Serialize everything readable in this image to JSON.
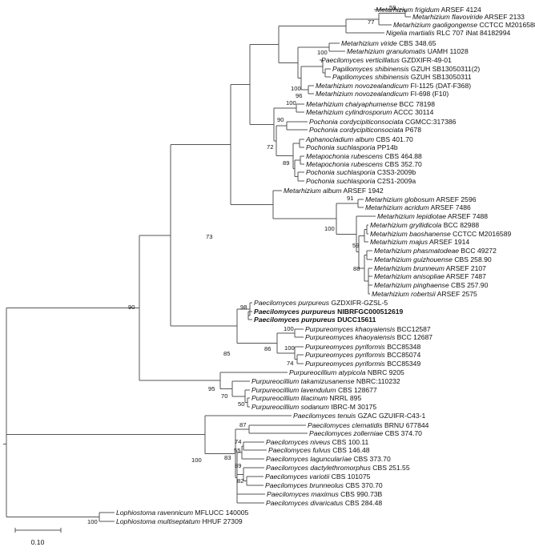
{
  "scale_bar": {
    "label": "0.10"
  },
  "taxa": [
    {
      "species": "Metarhizium frigidum",
      "strain": "ARSEF 4124"
    },
    {
      "species": "Metarhizium flavoviride",
      "strain": "ARSEF 2133"
    },
    {
      "species": "Metarhizium gaoligongense",
      "strain": "CCTCC M2016588"
    },
    {
      "species": "Nigelia martialis",
      "strain": "RLC 707 iNat 84182994"
    },
    {
      "species": "Metarhizium viride",
      "strain": "CBS 348.65"
    },
    {
      "species": "Metarhizium granulomatis",
      "strain": "UAMH 11028"
    },
    {
      "species": "Paecilomyces verticillatus",
      "strain": "GZDXIFR-49-01"
    },
    {
      "species": "Papiliomyces shibinensis",
      "strain": "GZUH SB13050311(2)"
    },
    {
      "species": "Papiliomyces shibinensis",
      "strain": "GZUH SB13050311"
    },
    {
      "species": "Metarhizium novozealandicum",
      "strain": "FI-1125 (DAT-F368)"
    },
    {
      "species": "Metarhizium novozealandicum",
      "strain": "FI-698 (F10)"
    },
    {
      "species": "Metarhizium chaiyaphumense",
      "strain": "BCC 78198"
    },
    {
      "species": "Metarhizium cylindrosporum",
      "strain": "ACCC 30114"
    },
    {
      "species": "Pochonia cordycipiticonsociata",
      "strain": "CGMCC:317386"
    },
    {
      "species": "Pochonia cordycipiticonsociata",
      "strain": "P678"
    },
    {
      "species": "Aphanocladium album",
      "strain": "CBS 401.70"
    },
    {
      "species": "Pochonia suchlasporia",
      "strain": "PP14b"
    },
    {
      "species": "Metapochonia rubescens",
      "strain": "CBS 464.88"
    },
    {
      "species": "Metapochonia rubescens",
      "strain": "CBS 352.70"
    },
    {
      "species": "Pochonia suchlasporia",
      "strain": "C3S3-2009b"
    },
    {
      "species": "Pochonia suchlasporia",
      "strain": "C2S1-2009a"
    },
    {
      "species": "Metarhizium album",
      "strain": "ARSEF 1942"
    },
    {
      "species": "Metarhizium globosum",
      "strain": "ARSEF 2596"
    },
    {
      "species": "Metarhizium acridum",
      "strain": "ARSEF 7486"
    },
    {
      "species": "Metarhizium lepidiotae",
      "strain": "ARSEF 7488"
    },
    {
      "species": "Metarhizium gryllidicola",
      "strain": "BCC 82988"
    },
    {
      "species": "Metarhizium baoshanense",
      "strain": "CCTCC M2016589"
    },
    {
      "species": "Metarhizium majus",
      "strain": "ARSEF 1914"
    },
    {
      "species": "Metarhizium phasmatodeae",
      "strain": "BCC 49272"
    },
    {
      "species": "Metarhizium guizhouense",
      "strain": "CBS 258.90"
    },
    {
      "species": "Metarhizium brunneum",
      "strain": "ARSEF 2107"
    },
    {
      "species": "Metarhizium anisopliae",
      "strain": "ARSEF 7487"
    },
    {
      "species": "Metarhizium pinghaense",
      "strain": "CBS 257.90"
    },
    {
      "species": "Metarhizium robertsii",
      "strain": "ARSEF 2575"
    },
    {
      "species": "Paecilomyces purpureus",
      "strain": "GZDXIFR-GZSL-5"
    },
    {
      "species": "Paecilomyces purpureus",
      "strain": "NIBRFGC000512619",
      "bold": true
    },
    {
      "species": "Paecilomyces purpureus",
      "strain": "DUCC15611",
      "bold": true
    },
    {
      "species": "Purpureomyces khaoyaiensis",
      "strain": "BCC12587"
    },
    {
      "species": "Purpureomyces khaoyaiensis",
      "strain": "BCC 12687"
    },
    {
      "species": "Purpureomyces pyriformis",
      "strain": "BCC85348"
    },
    {
      "species": "Purpureomyces pyriformis",
      "strain": "BCC85074"
    },
    {
      "species": "Purpureomyces pyriformis",
      "strain": "BCC85349"
    },
    {
      "species": "Purpureocillium atypicola",
      "strain": "NBRC 9205"
    },
    {
      "species": "Purpureocillium takamizusanense",
      "strain": "NBRC:110232"
    },
    {
      "species": "Purpureocillium lavendulum",
      "strain": "CBS 128677"
    },
    {
      "species": "Purpureocillium lilacinum",
      "strain": "NRRL 895"
    },
    {
      "species": "Purpureocillium sodanum",
      "strain": "IBRC-M 30175"
    },
    {
      "species": "Paecilomyces tenuis",
      "strain": "GZAC GZUIFR-C43-1"
    },
    {
      "species": "Paecilomyces clematidis",
      "strain": "BRNU 677844"
    },
    {
      "species": "Paecilomyces zollerniae",
      "strain": "CBS 374.70"
    },
    {
      "species": "Paecilomyces niveus",
      "strain": "CBS 100.11"
    },
    {
      "species": "Paecilomyces fulvus",
      "strain": "CBS 146.48"
    },
    {
      "species": "Paecilomyces laguncularíae",
      "strain": "CBS 373.70"
    },
    {
      "species": "Paecilomyces dactylethromorphus",
      "strain": "CBS 251.55"
    },
    {
      "species": "Paecilomyces variotii",
      "strain": "CBS 101075"
    },
    {
      "species": "Paecilomyces brunneolus",
      "strain": "CBS 370.70"
    },
    {
      "species": "Paecilomyces maximus",
      "strain": "CBS 990.73B"
    },
    {
      "species": "Paecilomyces divaricatus",
      "strain": "CBS 284.48"
    },
    {
      "species": "Lophiostoma ravennicum",
      "strain": "MFLUCC 140005"
    },
    {
      "species": "Lophiostoma multiseptatum",
      "strain": "HHUF 27309"
    }
  ],
  "bootstrap_values": [
    "59",
    "77",
    "100",
    "100",
    "96",
    "100",
    "90",
    "72",
    "89",
    "91",
    "100",
    "59",
    "88",
    "73",
    "90",
    "98",
    "85",
    "100",
    "86",
    "100",
    "74",
    "95",
    "70",
    "50",
    "87",
    "74",
    "55",
    "83",
    "89",
    "82",
    "100",
    "100"
  ]
}
